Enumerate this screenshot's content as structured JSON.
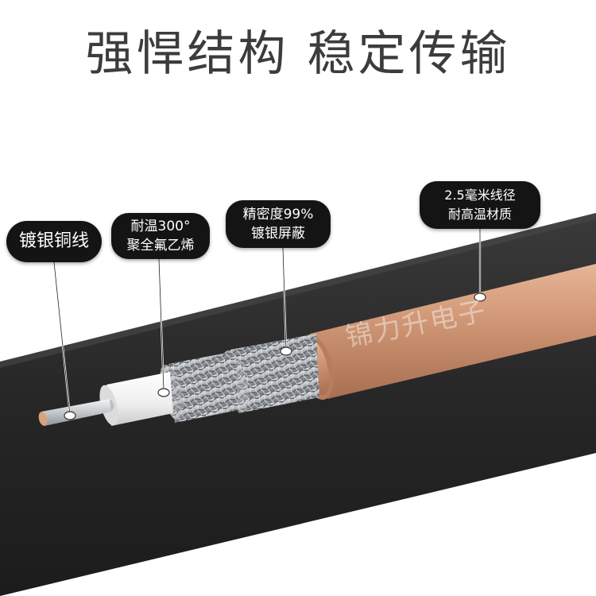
{
  "headline": "强悍结构 稳定传输",
  "watermark": "锦力升电子",
  "callouts": {
    "conductor": {
      "line1": "镀银铜线"
    },
    "dielectric": {
      "line1": "耐温300°",
      "line2": "聚全氟乙烯"
    },
    "shield": {
      "line1": "精密度99%",
      "line2": "镀银屏蔽"
    },
    "jacket": {
      "line1": "2.5毫米线径",
      "line2": "耐高温材质"
    }
  },
  "colors": {
    "background": "#ffffff",
    "band": "#2c2c2c",
    "jacket": "#c98f6e",
    "braid": "#b9bcc0",
    "dielectric": "#f4f4f4",
    "conductor": "#d8dadc",
    "copper_tip": "#d9a27c",
    "headline_text": "#3c3c3c",
    "callout_bg": "#141414",
    "callout_text": "#ffffff"
  }
}
